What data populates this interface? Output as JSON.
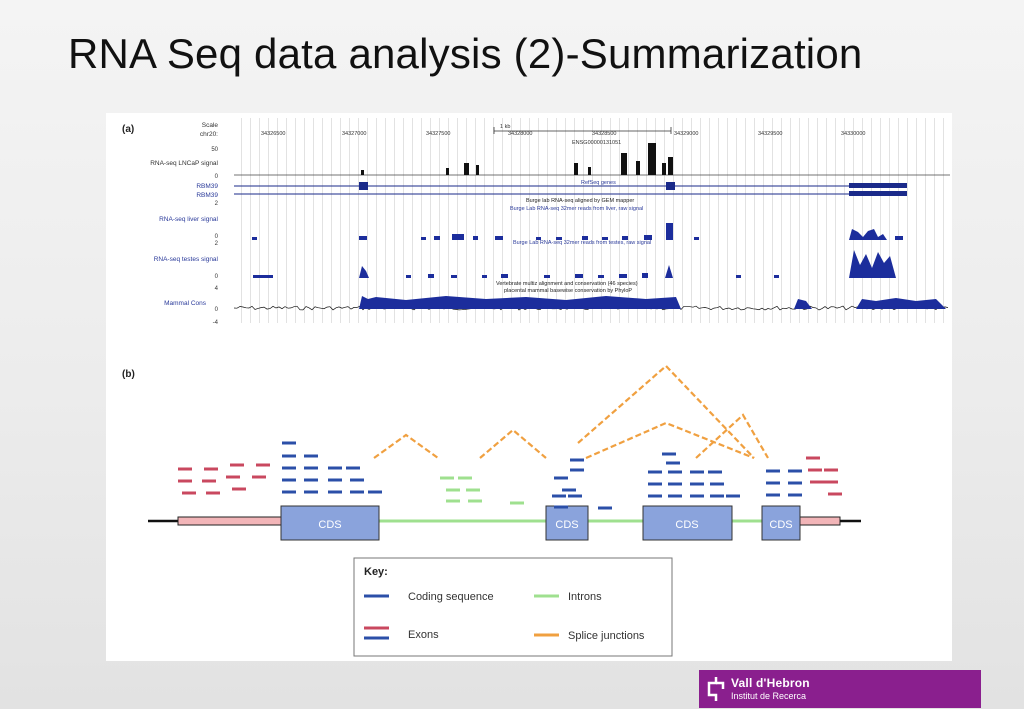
{
  "slide": {
    "title": "RNA Seq data analysis (2)-Summarization"
  },
  "panel_a": {
    "label": "(a)",
    "scale_labels": [
      "Scale",
      "chr20:"
    ],
    "scale_bar_label": "1 kb",
    "coordinates": [
      "34326500",
      "34327000",
      "34327500",
      "34328000",
      "34328500",
      "34329000",
      "34329500",
      "34330000"
    ],
    "gene_id": "ENSG00000131051",
    "tracks": {
      "lncap": {
        "label": "RNA-seq LNCaP signal",
        "ymax": "50",
        "ymin": "0"
      },
      "refseq": {
        "title": "RefSeq genes",
        "genes": [
          "RBM39",
          "RBM39"
        ]
      },
      "liver": {
        "caption": "Burge lab RNA-seq aligned by GEM mapper",
        "subcaption": "Burge Lab RNA-seq 32mer reads from liver, raw signal",
        "label": "RNA-seq liver signal",
        "ymax": "2",
        "ymin": "0"
      },
      "testes": {
        "caption": "Burge Lab RNA-seq 32mer reads from testes, raw signal",
        "label": "RNA-seq testes signal",
        "ymax": "2",
        "ymin": "0"
      },
      "conservation": {
        "caption": "Vertebrate multiz alignment and conservation (46 species)",
        "subcaption": "placental mammal basewise conservation by PhyloP",
        "label": "Mammal Cons",
        "ymax": "4",
        "ymid": "0",
        "ymin": "-4"
      }
    }
  },
  "panel_b": {
    "label": "(b)",
    "cds_label": "CDS",
    "key": {
      "title": "Key:",
      "items": [
        {
          "label": "Coding sequence",
          "color": "#2b4fa8"
        },
        {
          "label": "Introns",
          "color": "#9fe08f"
        },
        {
          "label": "Exons",
          "color": "#c9485f"
        },
        {
          "label": "Splice junctions",
          "color": "#f0a040"
        }
      ]
    }
  },
  "logo": {
    "name": "Vall d'Hebron",
    "sub": "Institut de Recerca",
    "color": "#8a1f8e"
  }
}
